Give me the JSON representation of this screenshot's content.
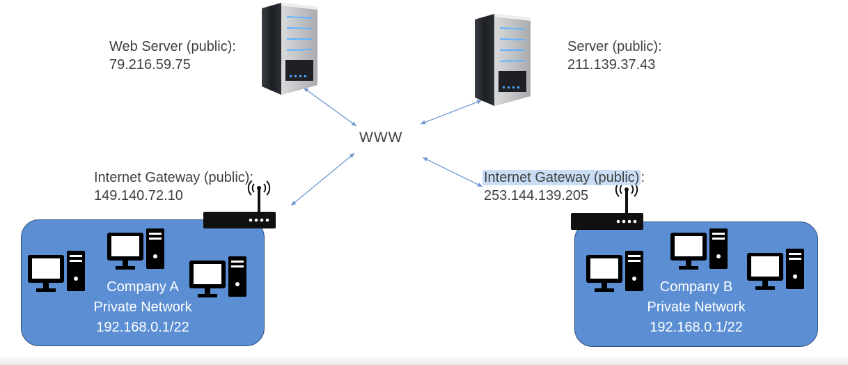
{
  "hub": {
    "label": "WWW"
  },
  "web_server": {
    "title": "Web Server (public):",
    "ip": "79.216.59.75"
  },
  "server": {
    "title": "Server (public):",
    "ip": "211.139.37.43"
  },
  "gateway_a": {
    "title": "Internet Gateway (public):",
    "ip": "149.140.72.10"
  },
  "gateway_b": {
    "title_main": "Internet Gateway (public)",
    "title_suffix": ":",
    "ip": "253.144.139.205"
  },
  "company_a": {
    "name": "Company A",
    "network": "Private Network",
    "cidr": "192.168.0.1/22"
  },
  "company_b": {
    "name": "Company B",
    "network": "Private Network",
    "cidr": "192.168.0.1/22"
  },
  "colors": {
    "network_fill": "#5b8ed3",
    "network_border": "#2f4f7f",
    "arrow": "#6f98cf",
    "text": "#404040"
  },
  "icons": [
    "server-icon",
    "router-icon",
    "wifi-icon",
    "desktop-computer-icon"
  ]
}
